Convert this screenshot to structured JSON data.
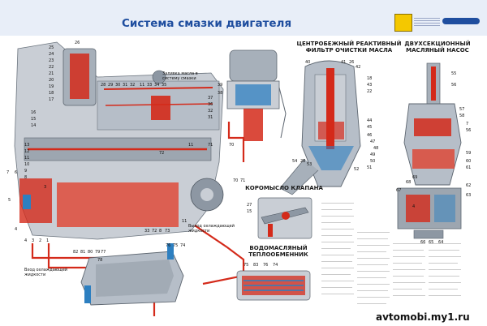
{
  "poster": {
    "title": "Система смазки двигателя",
    "watermark": "avtomobi.my1.ru"
  },
  "sections": {
    "filter": "ЦЕНТРОБЕЖНЫЙ РЕАКТИВНЫЙ\nФИЛЬТР ОЧИСТКИ МАСЛА",
    "pump": "ДВУХСЕКЦИОННЫЙ\nМАСЛЯНЫЙ НАСОС",
    "rocker": "КОРОМЫСЛО КЛАПАНА",
    "exchanger": "ВОДОМАСЛЯНЫЙ\nТЕПЛООБМЕННИК"
  },
  "notes": {
    "oil_fill": "Заливка масла в\nсистему смазки",
    "coolant_out": "Выход охлаждающей\nжидкости",
    "coolant_in": "Вход охлаждающей\nжидкости"
  },
  "callouts": {
    "engine_left": [
      "26",
      "25",
      "24",
      "23",
      "22",
      "21",
      "20",
      "19",
      "18",
      "17",
      "16",
      "15",
      "14",
      "13",
      "12",
      "11",
      "10",
      "9",
      "8",
      "7",
      "6",
      "5"
    ],
    "engine_top": [
      "28",
      "29",
      "30",
      "31",
      "32",
      "11",
      "33",
      "34",
      "35"
    ],
    "engine_bottom_left": [
      "4",
      "3",
      "2",
      "1"
    ],
    "engine_bottom": [
      "82",
      "81",
      "80",
      "79",
      "78"
    ],
    "engine_mid_bottom": [
      "33",
      "72",
      "8",
      "73",
      "11"
    ],
    "cover": [
      "39",
      "38",
      "37",
      "36",
      "32",
      "31"
    ],
    "filter": [
      "40",
      "41",
      "26",
      "42",
      "18",
      "43",
      "22",
      "44",
      "45",
      "46",
      "47",
      "48",
      "49",
      "50",
      "51",
      "52",
      "53",
      "54",
      "28"
    ],
    "pump": [
      "55",
      "56",
      "57",
      "58",
      "7",
      "56",
      "59",
      "60",
      "61",
      "62",
      "63",
      "64",
      "65",
      "66",
      "67",
      "68",
      "69",
      "70",
      "71"
    ],
    "rocker": [
      "27",
      "15"
    ],
    "exchanger": [
      "75",
      "83",
      "76",
      "74",
      "76",
      "75",
      "74",
      "77"
    ],
    "misc": [
      "11",
      "70",
      "71",
      "72",
      "3",
      "4",
      "4"
    ]
  },
  "colors": {
    "title": "#1f4e9f",
    "oil": "#d42a1a",
    "coolant": "#2d7fc0",
    "metal": "#8d97a3",
    "logo": "#f4c800"
  }
}
